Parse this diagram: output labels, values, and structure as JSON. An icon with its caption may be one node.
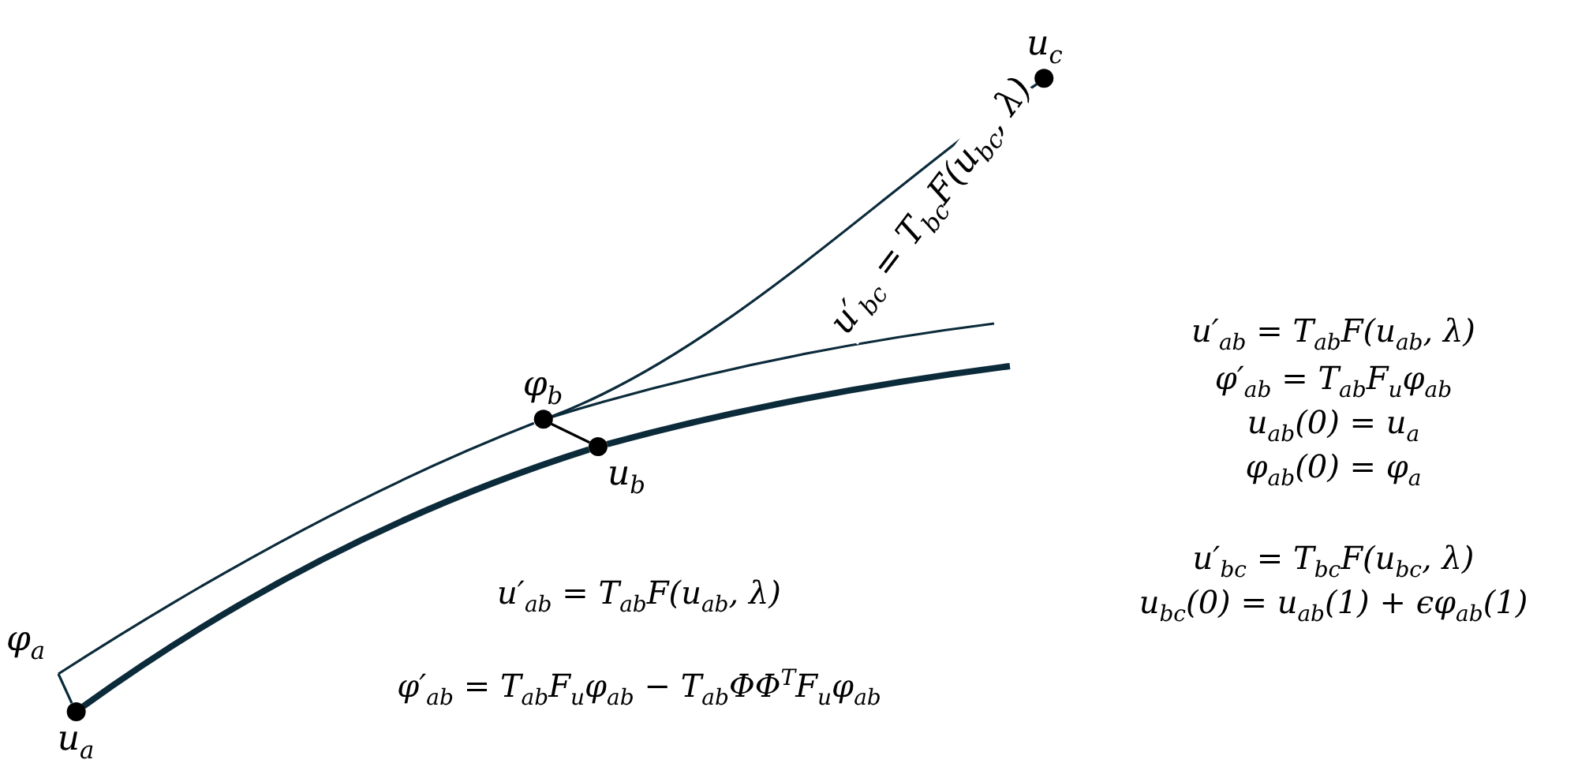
{
  "diagram": {
    "nodes": [
      {
        "text": [
          "u$_{a}$"
        ]
      },
      {
        "text": [
          "φ$_{a}$"
        ]
      },
      {
        "text": [
          "φ$_{b}$"
        ]
      },
      {
        "text": [
          "u$_{b}$"
        ]
      },
      {
        "text": [
          "u$_{c}$"
        ]
      }
    ],
    "edges": [
      {
        "from": 0,
        "to": 1,
        "arrow": "none"
      },
      {
        "from": 1,
        "to": 2,
        "arrow": "none"
      },
      {
        "from": 2,
        "to": null,
        "arrow": "none"
      },
      {
        "from": 2,
        "to": 3,
        "arrow": "none",
        "color": "#000000"
      },
      {
        "from": 0,
        "to": 3,
        "arrow": "none",
        "style": "thick"
      },
      {
        "from": 3,
        "to": null,
        "arrow": "none",
        "style": "thick"
      },
      {
        "from": 2,
        "to": 4,
        "arrow": "none",
        "label": "u′$_{bc}$ = T$_{bc}$F(u$_{bc}$, λ)"
      }
    ],
    "labels": [
      "u′$_{ab}$ = T$_{ab}$F(u$_{ab}$, λ)",
      "φ′$_{ab}$ = T$_{ab}$F$_{u}$φ$_{ab}$ − T$_{ab}$ΦΦ$^{T}$F$_{u}$φ$_{ab}$",
      "u′$_{ab}$ = T$_{ab}$F(u$_{ab}$, λ)",
      "φ′$_{ab}$ = T$_{ab}$F$_{u}$φ$_{ab}$",
      "u$_{ab}$(0) = u$_{a}$",
      "φ$_{ab}$(0) = φ$_{a}$",
      "u′$_{bc}$ = T$_{bc}$F(u$_{bc}$, λ)",
      "u$_{bc}$(0) = u$_{ab}$(1) + ϵφ$_{ab}$(1)"
    ]
  }
}
